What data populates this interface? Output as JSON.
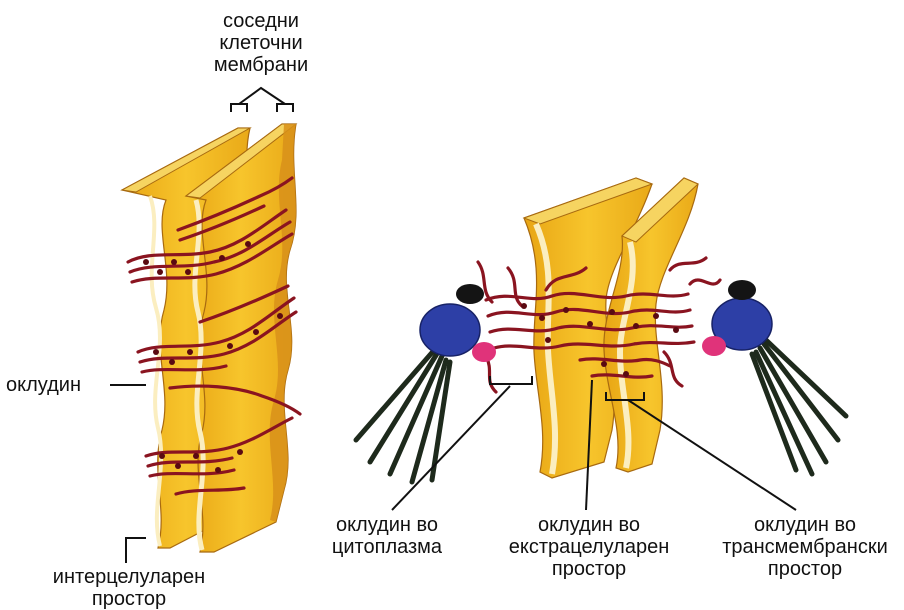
{
  "labels": {
    "adjacent_membranes": [
      "соседни",
      "клеточни",
      "мембрани"
    ],
    "occludin": "оклудин",
    "intercellular_space": [
      "интерцелуларен",
      "простор"
    ],
    "occludin_cytoplasm": [
      "оклудин во",
      "цитоплазма"
    ],
    "occludin_extracellular": [
      "оклудин во",
      "екстрацелуларен",
      "простор"
    ],
    "occludin_transmembrane": [
      "оклудин во",
      "трансмембрански",
      "простор"
    ]
  },
  "colors": {
    "membrane_face": "#f2b81e",
    "membrane_top": "#f6d461",
    "membrane_side": "#d8901a",
    "membrane_stripe": "#fbeec0",
    "protein_strand": "#8a1420",
    "protein_dark": "#5a0a12",
    "complex_blue": "#2d3fa6",
    "complex_pink": "#e0337a",
    "filament": "#1e2a1c",
    "leader": "#111111"
  }
}
